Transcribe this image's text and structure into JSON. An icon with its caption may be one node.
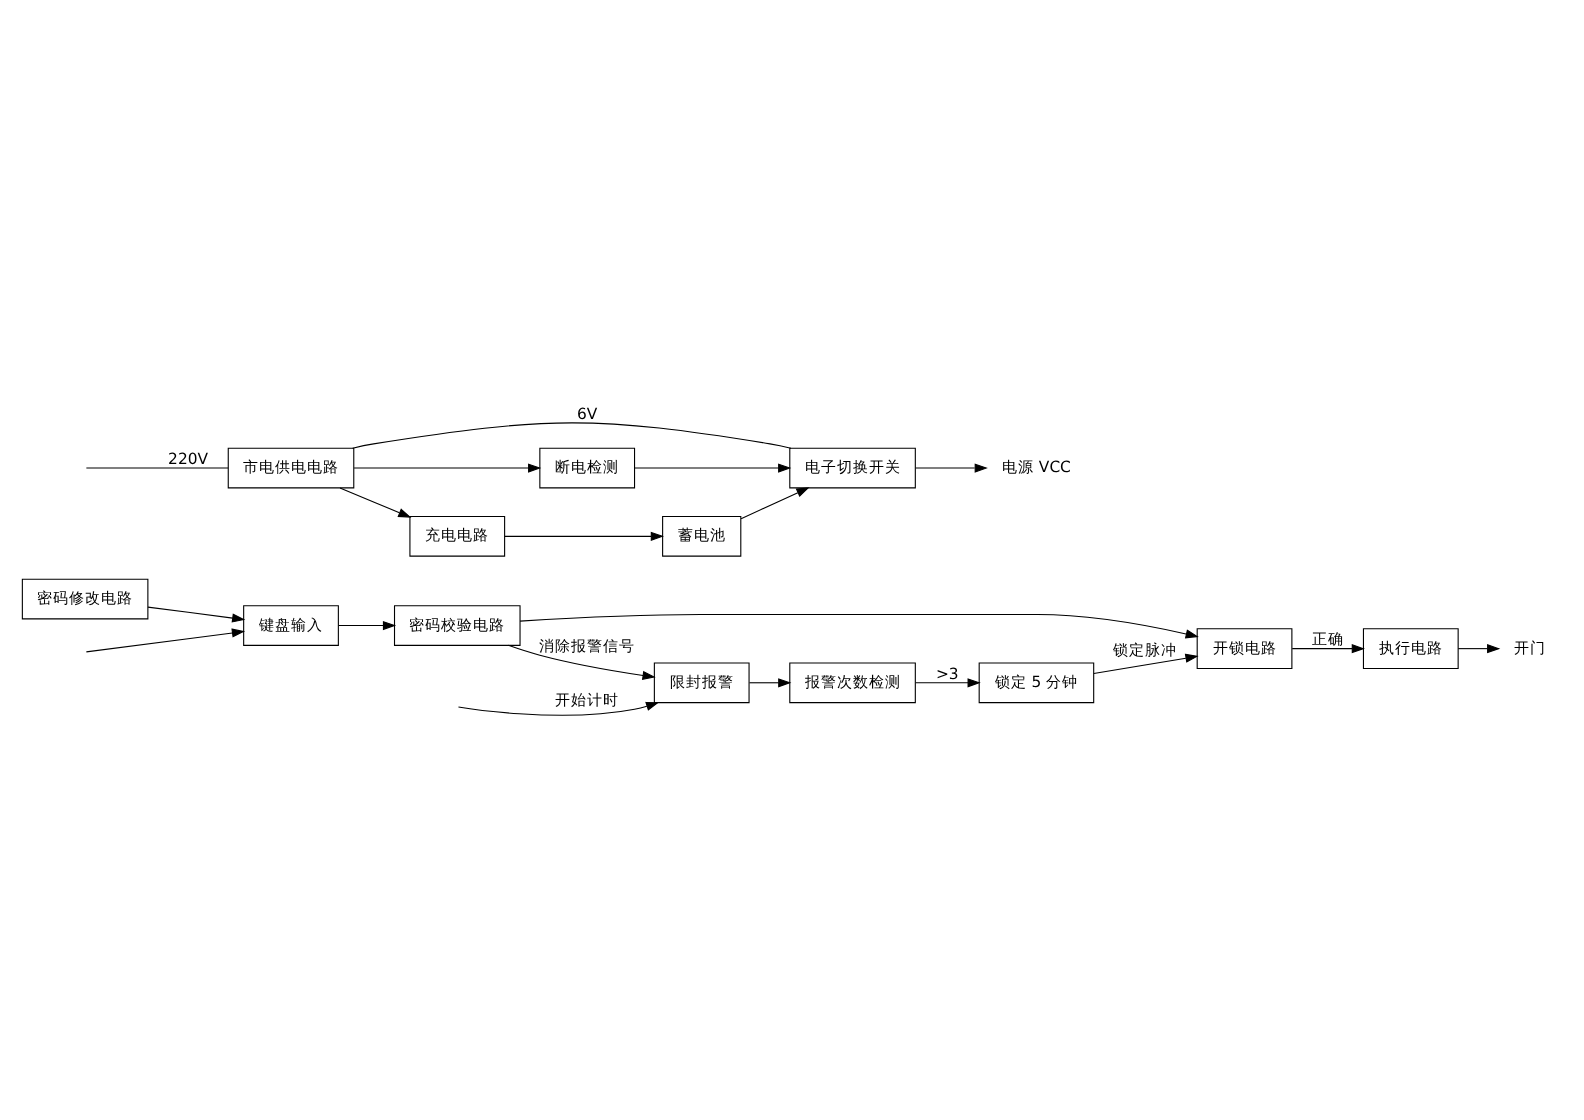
{
  "diagram": {
    "nodes": [
      {
        "text": [
          "密码修改电路"
        ]
      },
      {
        "text": [
          "键盘输入"
        ]
      },
      {
        "text": [
          "密码校验电路"
        ]
      },
      {
        "text": [
          "开锁电路"
        ]
      },
      {
        "text": [
          "执行电路"
        ]
      },
      {
        "text": [
          "开门"
        ]
      },
      {
        "text": [
          "限封报警"
        ]
      },
      {
        "text": [
          "报警次数检测"
        ]
      },
      {
        "text": [
          "锁定 5 分钟"
        ]
      },
      {
        "text": [
          "市电供电电路"
        ]
      },
      {
        "text": [
          "电子切换开关"
        ]
      },
      {
        "text": [
          "蓄电池"
        ]
      },
      {
        "text": [
          "断电检测"
        ]
      },
      {
        "text": [
          "充电电路"
        ]
      },
      {
        "text": [
          "电源 VCC"
        ]
      }
    ],
    "edges": [
      {
        "from": null,
        "to": 1,
        "arrow": "to"
      },
      {
        "from": null,
        "to": 6,
        "arrow": "to",
        "label": "开始计时"
      },
      {
        "from": 0,
        "to": 1,
        "arrow": "to"
      },
      {
        "from": 1,
        "to": 2,
        "arrow": "to"
      },
      {
        "from": 2,
        "to": 3,
        "arrow": "to"
      },
      {
        "from": 3,
        "to": 4,
        "arrow": "to",
        "label": "正确"
      },
      {
        "from": 4,
        "to": 5,
        "arrow": "to"
      },
      {
        "from": 2,
        "to": 6,
        "arrow": "to",
        "label": "消除报警信号"
      },
      {
        "from": 6,
        "to": 7,
        "arrow": "to"
      },
      {
        "from": 7,
        "to": 8,
        "arrow": "to",
        "label": ">3"
      },
      {
        "from": 8,
        "to": 3,
        "arrow": "to",
        "label": "锁定脉冲"
      },
      {
        "from": null,
        "to": 9,
        "arrow": "none",
        "label": "220V"
      },
      {
        "from": 9,
        "to": 10,
        "arrow": "none",
        "label": "6V"
      },
      {
        "from": 10,
        "to": 14,
        "arrow": "to"
      },
      {
        "from": 11,
        "to": 10,
        "arrow": "to"
      },
      {
        "from": 12,
        "to": 10,
        "arrow": "to"
      },
      {
        "from": 9,
        "to": 12,
        "arrow": "to"
      },
      {
        "from": 9,
        "to": 13,
        "arrow": "to"
      },
      {
        "from": 13,
        "to": 11,
        "arrow": "to"
      }
    ]
  }
}
